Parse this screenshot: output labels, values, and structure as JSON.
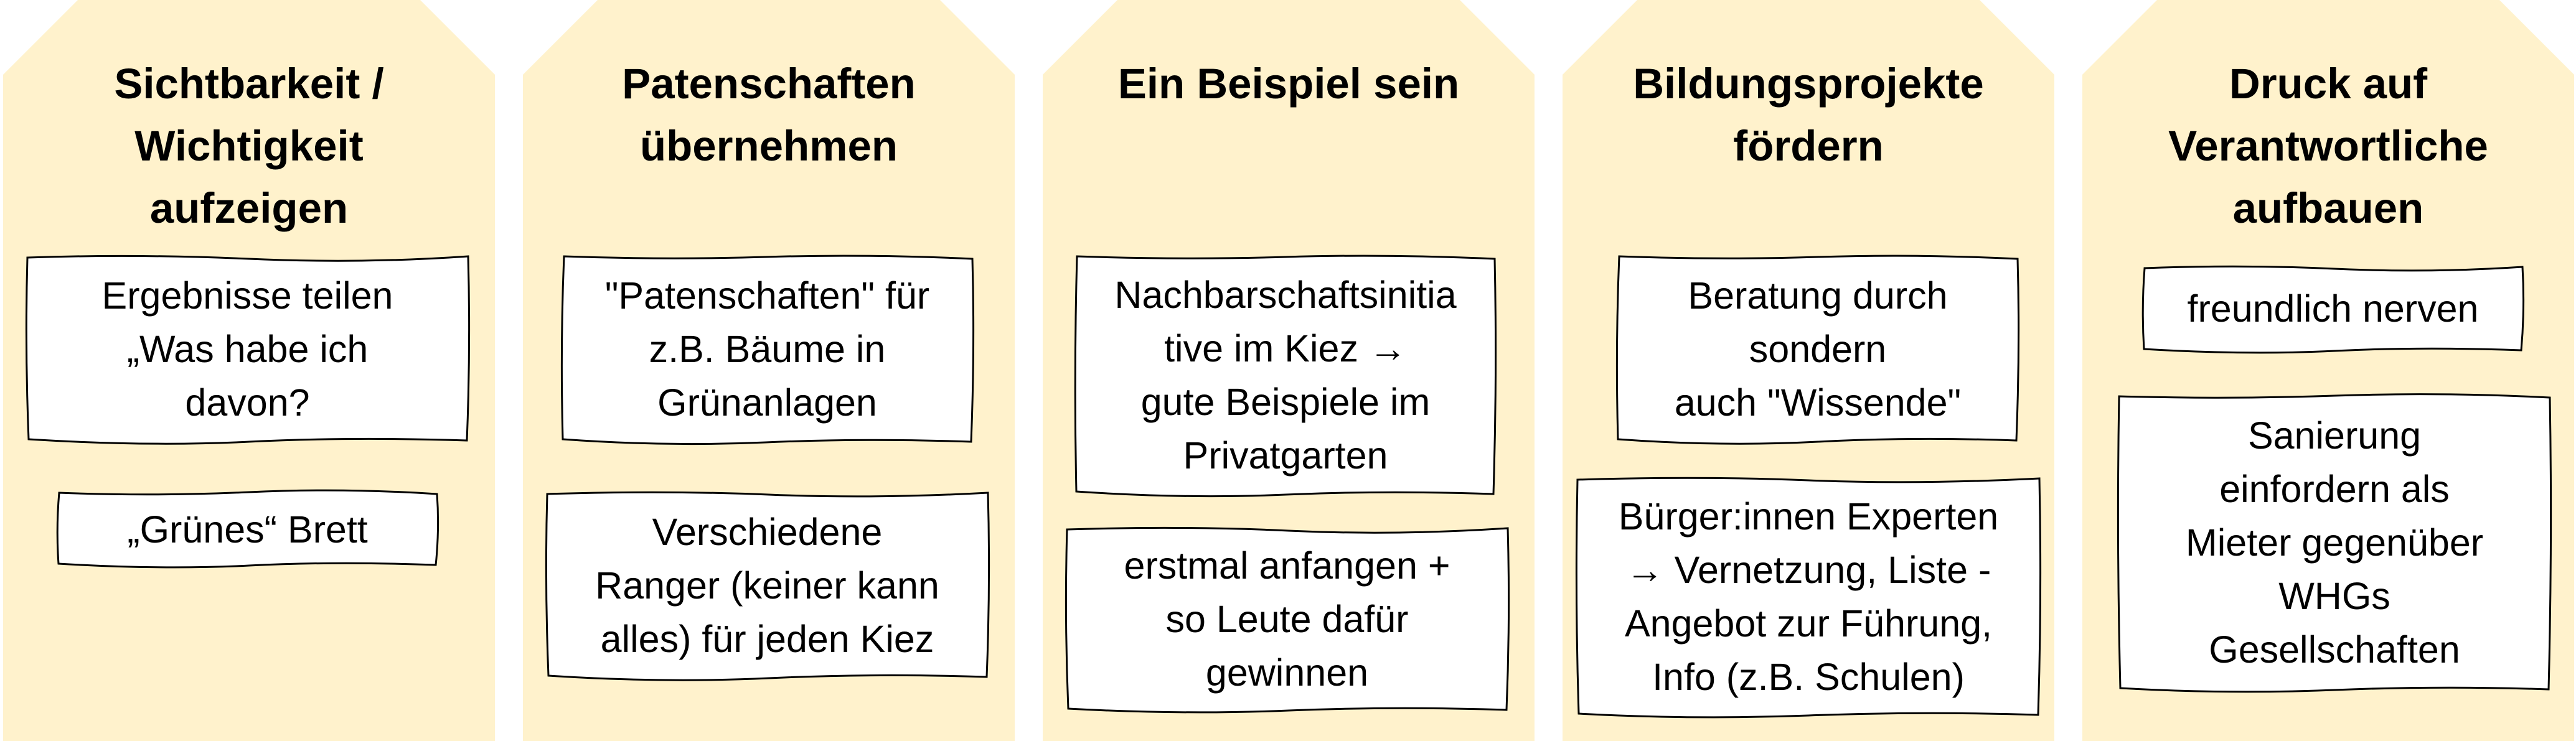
{
  "colors": {
    "column_fill": "#FFF2CC",
    "note_fill": "#FFFFFF",
    "note_stroke": "#000000"
  },
  "columns": [
    {
      "title": "Sichtbarkeit /\nWichtigkeit\naufzeigen",
      "notes": [
        "Ergebnisse teilen\n„Was habe ich\ndavon?",
        "„Grünes“ Brett"
      ]
    },
    {
      "title": "Patenschaften\nübernehmen",
      "notes": [
        "\"Patenschaften\" für\nz.B. Bäume in\nGrünanlagen",
        "Verschiedene\nRanger (keiner kann\nalles) für jeden Kiez"
      ]
    },
    {
      "title": "Ein Beispiel sein",
      "notes": [
        "Nachbarschaftsinitia\ntive im Kiez →\ngute Beispiele im\nPrivatgarten",
        "erstmal anfangen +\nso Leute dafür\ngewinnen"
      ]
    },
    {
      "title": "Bildungsprojekte\nfördern",
      "notes": [
        "Beratung durch\nsondern\nauch \"Wissende\"",
        "Bürger:innen Experten\n→ Vernetzung, Liste -\nAngebot zur Führung,\nInfo (z.B. Schulen)"
      ]
    },
    {
      "title": "Druck auf\nVerantwortliche\naufbauen",
      "notes": [
        "freundlich nerven",
        "Sanierung\neinfordern als\nMieter gegenüber\nWHGs\nGesellschaften"
      ]
    }
  ]
}
